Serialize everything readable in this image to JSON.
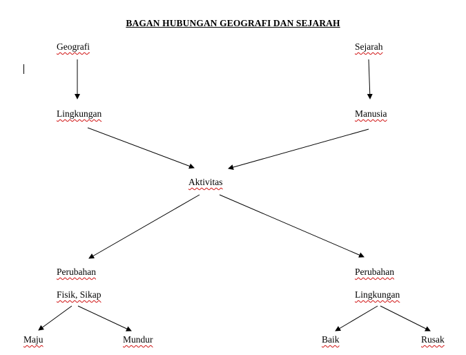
{
  "title": "BAGAN HUBUNGAN GEOGRAFI DAN SEJARAH",
  "nodes": {
    "geografi": "Geografi",
    "sejarah": "Sejarah",
    "lingkungan_top": "Lingkungan",
    "manusia": "Manusia",
    "aktivitas": "Aktivitas",
    "perubahan_left": "Perubahan",
    "fisik_sikap": "Fisik, Sikap",
    "perubahan_right": "Perubahan",
    "lingkungan_bottom": "Lingkungan",
    "maju": "Maju",
    "mundur": "Mundur",
    "baik": "Baik",
    "rusak": "Rusak"
  },
  "edges": [
    {
      "from": "geografi",
      "to": "lingkungan_top"
    },
    {
      "from": "sejarah",
      "to": "manusia"
    },
    {
      "from": "lingkungan_top",
      "to": "aktivitas"
    },
    {
      "from": "manusia",
      "to": "aktivitas"
    },
    {
      "from": "aktivitas",
      "to": "perubahan_left"
    },
    {
      "from": "aktivitas",
      "to": "perubahan_right"
    },
    {
      "from": "fisik_sikap",
      "to": "maju"
    },
    {
      "from": "fisik_sikap",
      "to": "mundur"
    },
    {
      "from": "lingkungan_bottom",
      "to": "baik"
    },
    {
      "from": "lingkungan_bottom",
      "to": "rusak"
    }
  ],
  "colors": {
    "text": "#000000",
    "spellcheck_underline": "#d01010"
  }
}
